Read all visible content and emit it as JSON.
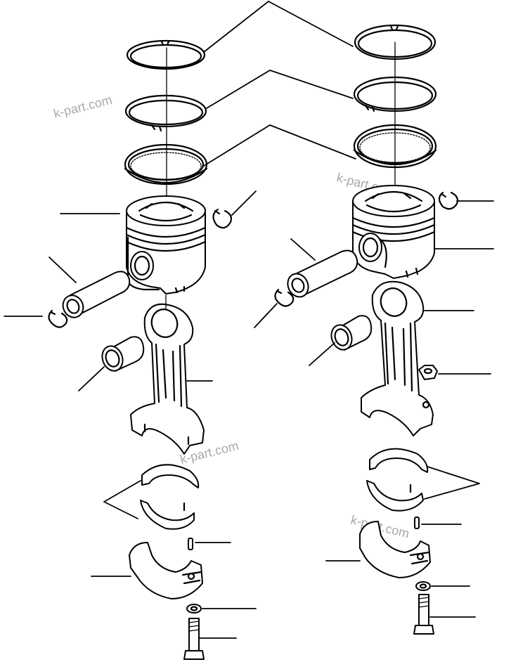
{
  "watermark": "k-part.com",
  "colors": {
    "line": "#000000",
    "background": "#ffffff",
    "watermark": "#9a9a9a"
  },
  "assemblies": [
    {
      "side": "left",
      "parts": [
        "piston-ring-top",
        "piston-ring-second",
        "piston-ring-oil",
        "piston",
        "snap-ring",
        "piston-pin",
        "snap-ring",
        "pin-bushing",
        "connecting-rod",
        "rod-bearing-upper",
        "rod-bearing-lower",
        "dowel-pin",
        "rod-cap",
        "washer",
        "rod-bolt"
      ]
    },
    {
      "side": "right",
      "parts": [
        "piston-ring-top",
        "piston-ring-second",
        "piston-ring-oil",
        "snap-ring",
        "piston",
        "piston-pin",
        "snap-ring",
        "connecting-rod",
        "pin-bushing",
        "nut",
        "rod-bearing-upper",
        "rod-bearing-lower",
        "dowel-pin",
        "rod-cap",
        "washer",
        "rod-bolt"
      ]
    }
  ]
}
